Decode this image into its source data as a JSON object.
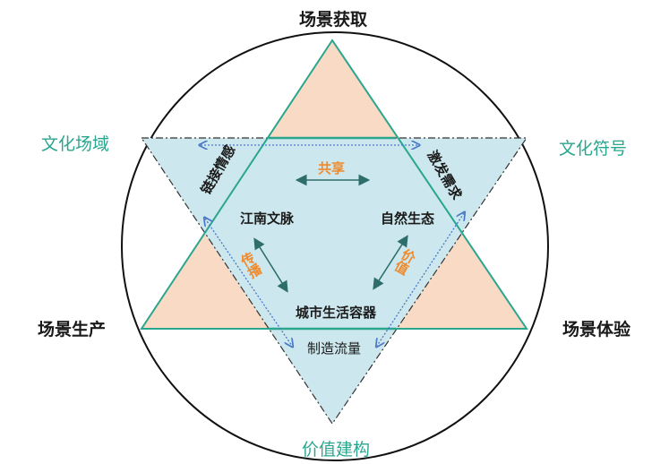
{
  "labels": {
    "top": "场景获取",
    "left_top": "文化场域",
    "right_top": "文化符号",
    "left_bottom": "场景生产",
    "right_bottom": "场景体验",
    "bottom": "价值建构"
  },
  "side_labels": {
    "left": "链接情感",
    "right": "激发需求",
    "bottom": "制造流量"
  },
  "inner_nodes": {
    "left": "江南文脉",
    "right": "自然生态",
    "bottom": "城市生活容器"
  },
  "relations": {
    "top": "共享",
    "left": "传播",
    "right": "价值"
  },
  "colors": {
    "teal": "#2aa68f",
    "peach": "#f9dac4",
    "blue": "#cce7ed",
    "orange": "#f08a2c",
    "arrow": "#2e6e6a",
    "dotted": "#4a78c8"
  }
}
